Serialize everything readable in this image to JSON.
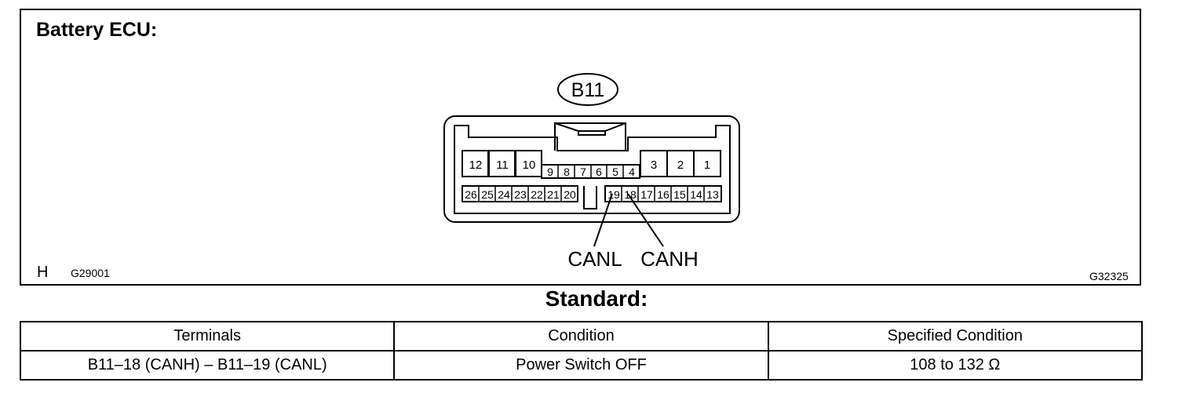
{
  "title": "Battery ECU:",
  "connector": {
    "label": "B11",
    "top_row": [
      "12",
      "11",
      "10",
      "9",
      "8",
      "7",
      "6",
      "5",
      "4",
      "3",
      "2",
      "1"
    ],
    "bottom_row": [
      "26",
      "25",
      "24",
      "23",
      "22",
      "21",
      "20",
      "19",
      "18",
      "17",
      "16",
      "15",
      "14",
      "13"
    ],
    "pin_labels": [
      "CANL",
      "CANH"
    ]
  },
  "codes": {
    "left_letter": "H",
    "left": "G29001",
    "right": "G32325"
  },
  "standard": {
    "title": "Standard:",
    "headers": [
      "Terminals",
      "Condition",
      "Specified Condition"
    ],
    "rows": [
      [
        "B11–18 (CANH) – B11–19 (CANL)",
        "Power Switch OFF",
        "108 to 132 Ω"
      ]
    ]
  }
}
